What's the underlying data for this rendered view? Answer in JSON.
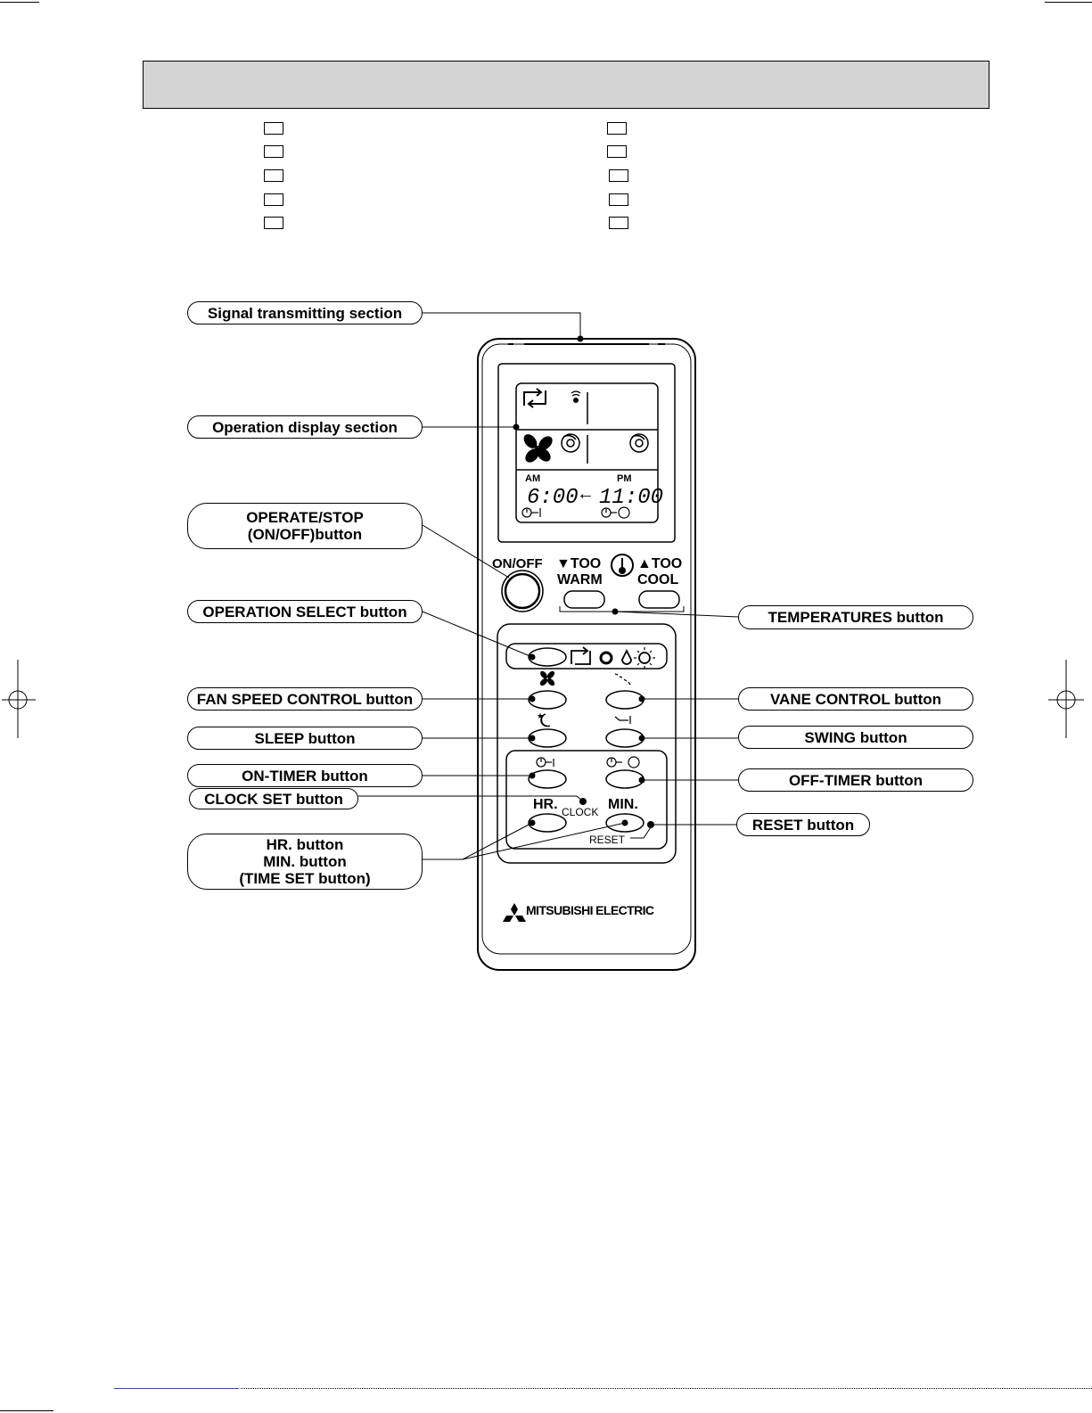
{
  "callouts": {
    "signal": "Signal transmitting section",
    "display": "Operation display section",
    "operate_line1": "OPERATE/STOP",
    "operate_line2": "(ON/OFF)button",
    "operation_select": "OPERATION SELECT button",
    "fan_speed": "FAN SPEED CONTROL button",
    "sleep": "SLEEP button",
    "on_timer": "ON-TIMER button",
    "clock_set": "CLOCK SET button",
    "hr_line1": "HR. button",
    "hr_line2": "MIN. button",
    "hr_line3": "(TIME SET button)",
    "temperatures": "TEMPERATURES button",
    "vane": "VANE CONTROL button",
    "swing": "SWING button",
    "off_timer": "OFF-TIMER button",
    "reset": "RESET button"
  },
  "remote": {
    "display": {
      "am": "AM",
      "pm": "PM",
      "on_time": "6:00",
      "arrow": "←",
      "off_time": "11:00"
    },
    "labels": {
      "on_off": "ON/OFF",
      "too_warm_1": "▼TOO",
      "too_warm_2": "WARM",
      "too_cool_1": "▲TOO",
      "too_cool_2": "COOL",
      "hr": "HR.",
      "min": "MIN.",
      "clock": "CLOCK",
      "reset": "RESET"
    },
    "brand": "MITSUBISHI ELECTRIC"
  }
}
